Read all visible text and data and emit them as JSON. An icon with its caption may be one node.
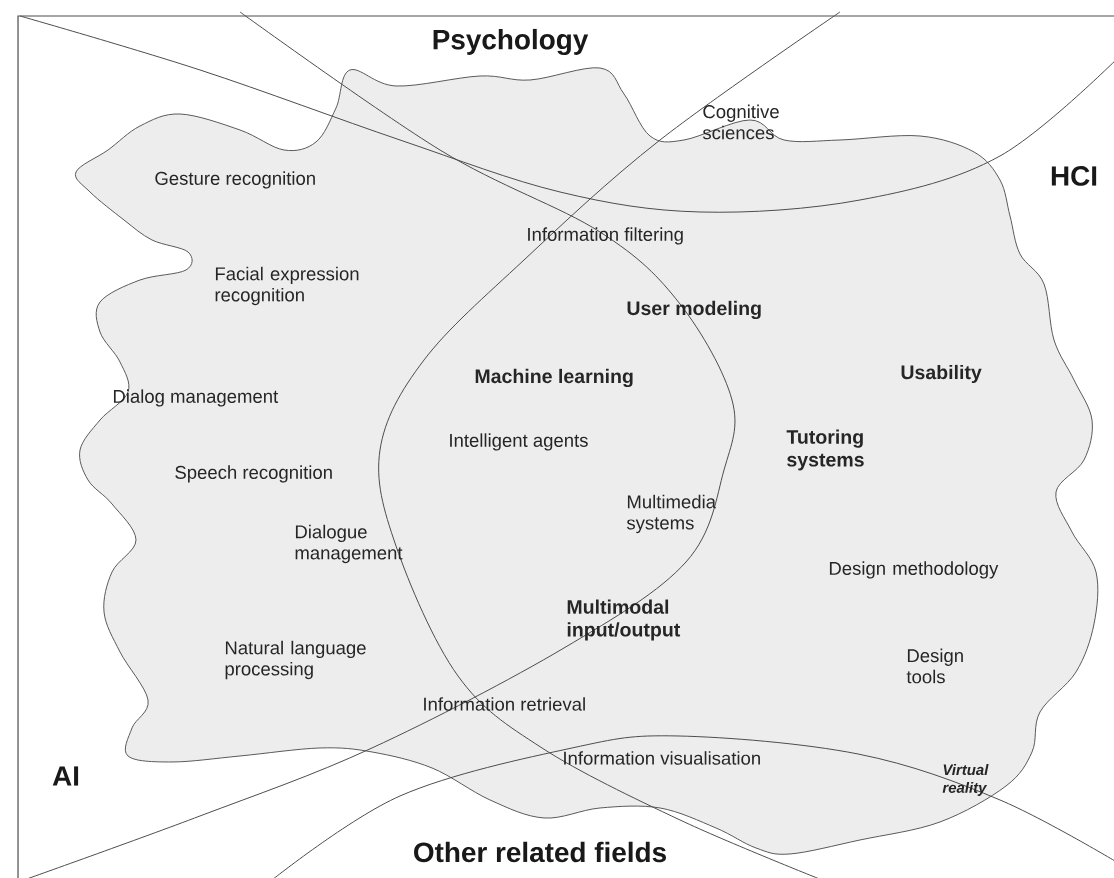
{
  "diagram": {
    "nodes": [
      {
        "text": [
          "Gesture recognition",
          "Cognitive sciences",
          "Facial expression recognition",
          "Information filtering",
          "User modeling",
          "Machine learning",
          "Usability",
          "Dialog management",
          "Intelligent agents",
          "Tutoring systems",
          "Speech recognition",
          "Multimedia systems",
          "Dialogue management",
          "Design methodology",
          "Multimodal input/output",
          "Natural language processing",
          "Design tools",
          "Information retrieval",
          "Information visualisation",
          "Virtual reality"
        ]
      }
    ],
    "edges": [],
    "labels": [
      "Psychology",
      "HCI",
      "AI",
      "Other related fields"
    ]
  }
}
